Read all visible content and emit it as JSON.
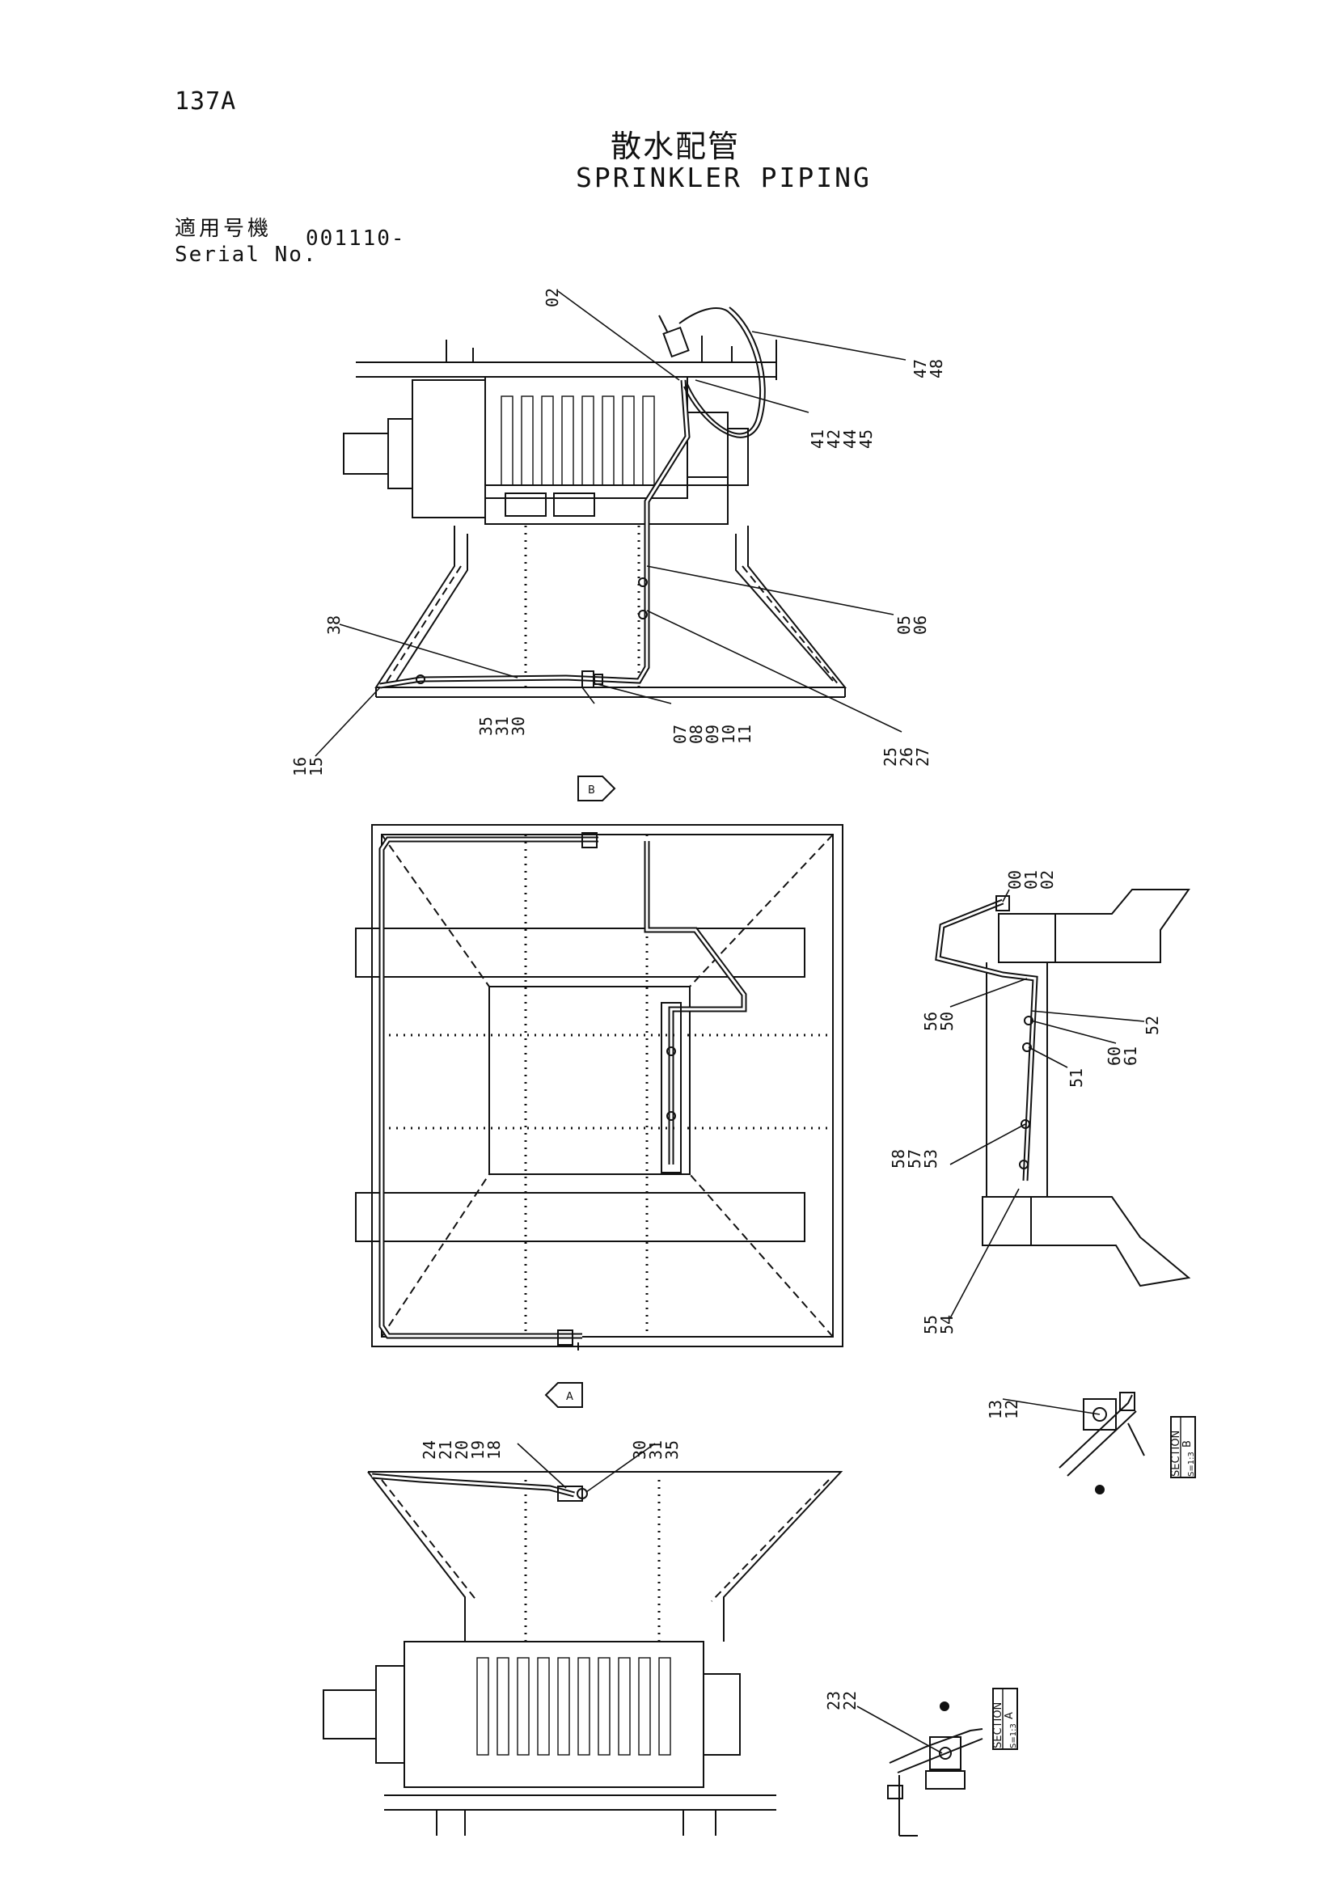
{
  "header": {
    "page_number": "137A",
    "title_jp": "散水配管",
    "title_en": "SPRINKLER PIPING",
    "serial_label_jp": "適用号機",
    "serial_label_en": "Serial No.",
    "serial_value": "001110-"
  },
  "views": {
    "arrow_b": "B",
    "arrow_a": "A",
    "section_b": {
      "label": "SECTION",
      "letter": "B",
      "scale": "S=1:3"
    },
    "section_a": {
      "label": "SECTION",
      "letter": "A",
      "scale": "S=1:3"
    }
  },
  "part_labels": {
    "top_view": [
      {
        "id": "c1",
        "lines": [
          "02"
        ]
      },
      {
        "id": "c2",
        "lines": [
          "47",
          "48"
        ]
      },
      {
        "id": "c3",
        "lines": [
          "41",
          "42",
          "44",
          "45"
        ]
      },
      {
        "id": "c4",
        "lines": [
          "38"
        ]
      },
      {
        "id": "c5",
        "lines": [
          "05",
          "06"
        ]
      },
      {
        "id": "c6",
        "lines": [
          "35",
          "31",
          "30"
        ]
      },
      {
        "id": "c7",
        "lines": [
          "07",
          "08",
          "09",
          "10",
          "11"
        ]
      },
      {
        "id": "c8",
        "lines": [
          "16",
          "15"
        ]
      },
      {
        "id": "c9",
        "lines": [
          "25",
          "26",
          "27"
        ]
      }
    ],
    "side_view": [
      {
        "id": "c10",
        "lines": [
          "00",
          "01",
          "02"
        ]
      },
      {
        "id": "c11",
        "lines": [
          "56",
          "50"
        ]
      },
      {
        "id": "c12",
        "lines": [
          "52"
        ]
      },
      {
        "id": "c13",
        "lines": [
          "60",
          "61"
        ]
      },
      {
        "id": "c14",
        "lines": [
          "51"
        ]
      },
      {
        "id": "c15",
        "lines": [
          "58",
          "57",
          "53"
        ]
      },
      {
        "id": "c16",
        "lines": [
          "55",
          "54"
        ]
      }
    ],
    "sections": [
      {
        "id": "c17",
        "lines": [
          "13",
          "12"
        ]
      },
      {
        "id": "c18",
        "lines": [
          "23",
          "22"
        ]
      }
    ],
    "bottom_view": [
      {
        "id": "c19",
        "lines": [
          "24",
          "21",
          "20",
          "19",
          "18"
        ]
      },
      {
        "id": "c20",
        "lines": [
          "30",
          "31",
          "35"
        ]
      }
    ]
  }
}
